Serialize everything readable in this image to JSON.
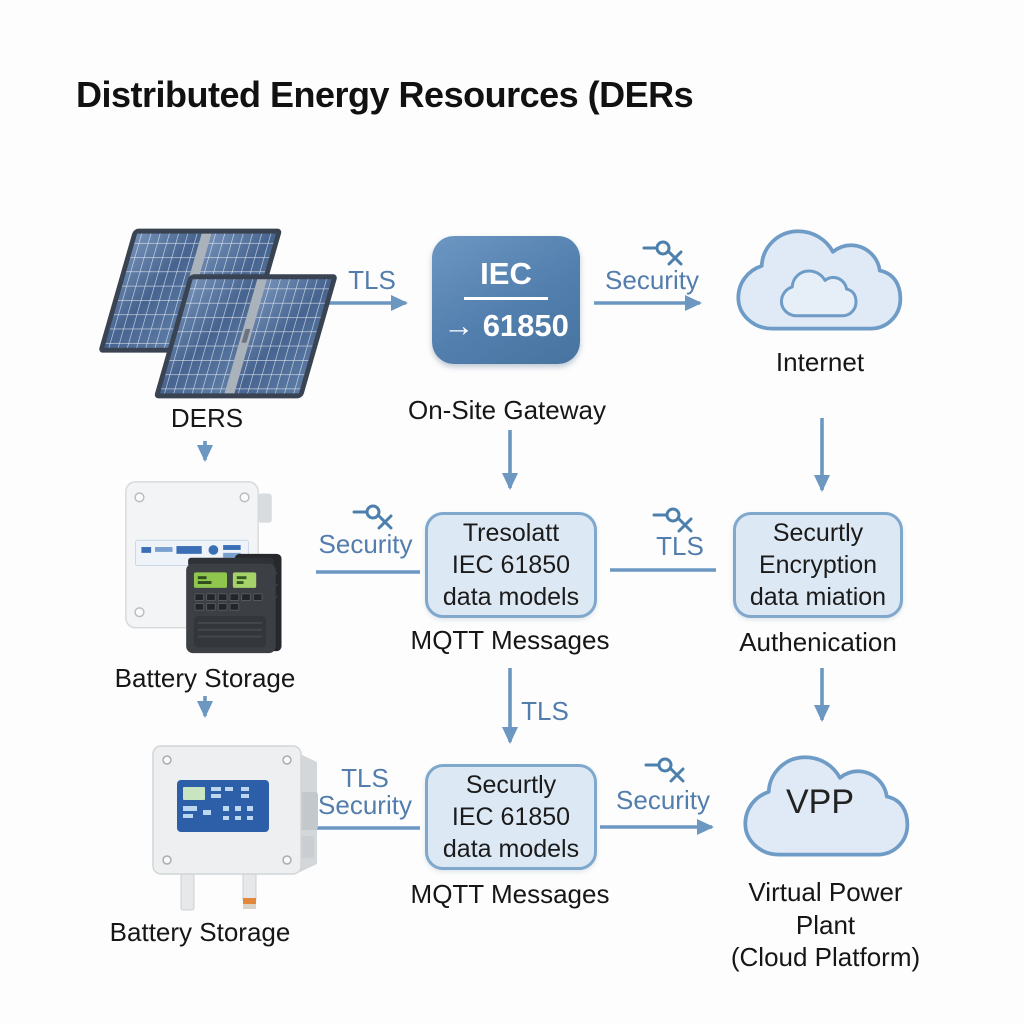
{
  "title": "Distributed Energy Resources (DERs",
  "nodes": {
    "ders": {
      "caption": "DERS"
    },
    "gateway": {
      "line1": "IEC",
      "line2": "→ 61850",
      "caption": "On-Site Gateway"
    },
    "internet": {
      "caption": "Internet"
    },
    "battery1": {
      "caption": "Battery Storage"
    },
    "models1": {
      "line1": "Tresolatt",
      "line2": "IEC 61850",
      "line3": "data models",
      "caption": "MQTT Messages"
    },
    "auth": {
      "line1": "Securtly",
      "line2": "Encryption",
      "line3": "data miation",
      "caption": "Authenication"
    },
    "battery2": {
      "caption": "Battery Storage"
    },
    "models2": {
      "line1": "Securtly",
      "line2": "IEC 61850",
      "line3": "data models",
      "caption": "MQTT Messages"
    },
    "vpp": {
      "text": "VPP",
      "caption_line1": "Virtual Power Plant",
      "caption_line2": "(Cloud Platform)"
    }
  },
  "connectors": {
    "tls_top": "TLS",
    "security_top": "Security",
    "security_mid": "Security",
    "tls_mid": "TLS",
    "tls_vertical": "TLS",
    "tls_bottom": "TLS",
    "security_bottom_left": "Security",
    "security_bottom": "Security"
  },
  "colors": {
    "gateway_fill": "#527fae",
    "box_fill": "#dce8f4",
    "box_border": "#7fa8cc",
    "arrow": "#6b97c1",
    "label_blue": "#527dad",
    "cloud_fill": "#dfeaf6"
  }
}
